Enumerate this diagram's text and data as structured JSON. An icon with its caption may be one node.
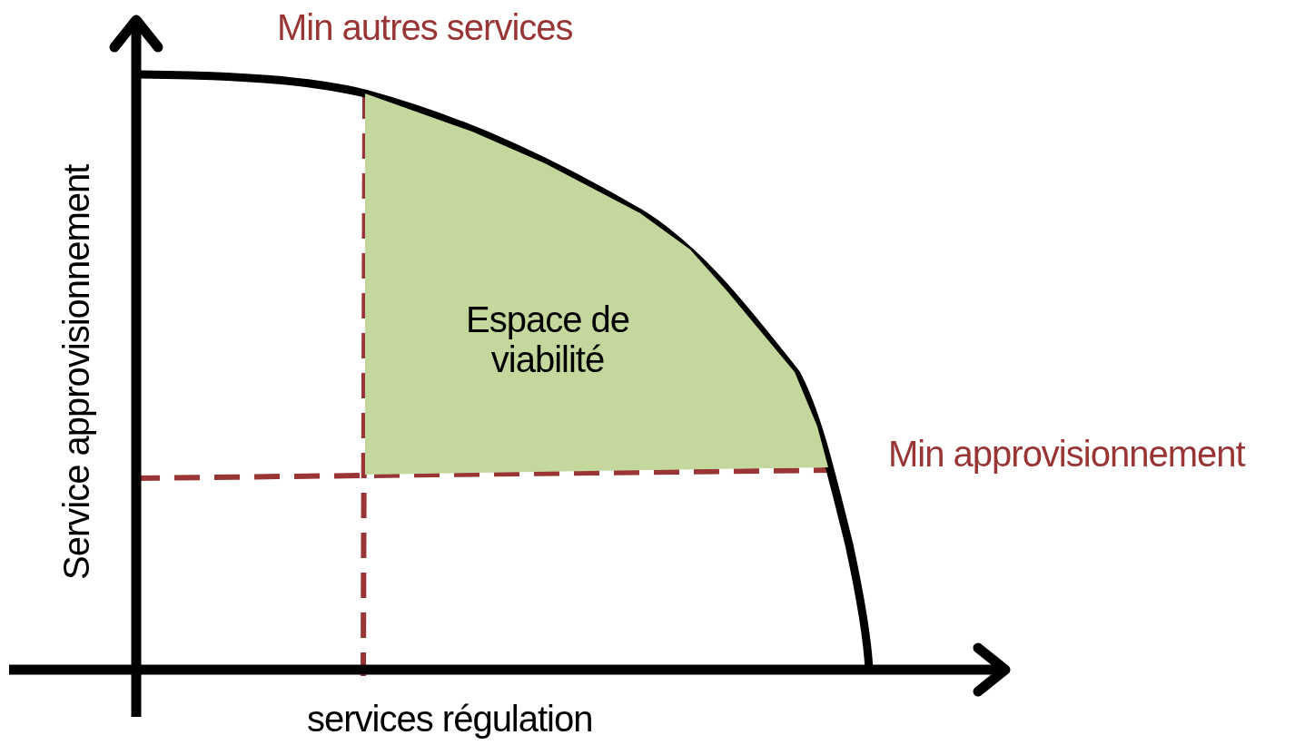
{
  "diagram": {
    "nodes": [
      {
        "text": [
          "Espace de viabilité"
        ]
      }
    ],
    "edges": [],
    "labels": [
      "Min autres services",
      "Service approvisionnement",
      "Min approvisionnement",
      "services régulation"
    ]
  }
}
